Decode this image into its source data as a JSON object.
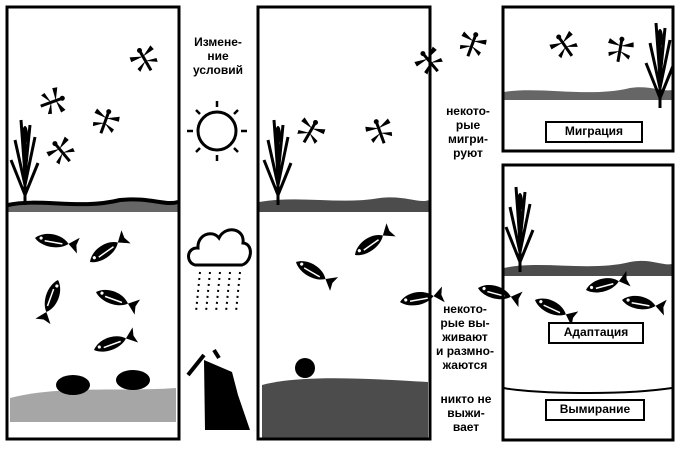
{
  "labels": {
    "condition_change": "Измене-\nние\nусловий",
    "some_migrate": "некото-\nрые\nмигри-\nруют",
    "some_survive": "некото-\nрые вы-\nживают\nи размно-\nжаются",
    "none_survive": "никто не\nвыжи-\nвает",
    "migration": "Миграция",
    "adaptation": "Адаптация",
    "extinction": "Вымирание"
  },
  "colors": {
    "ink": "#000000",
    "paper": "#ffffff"
  }
}
